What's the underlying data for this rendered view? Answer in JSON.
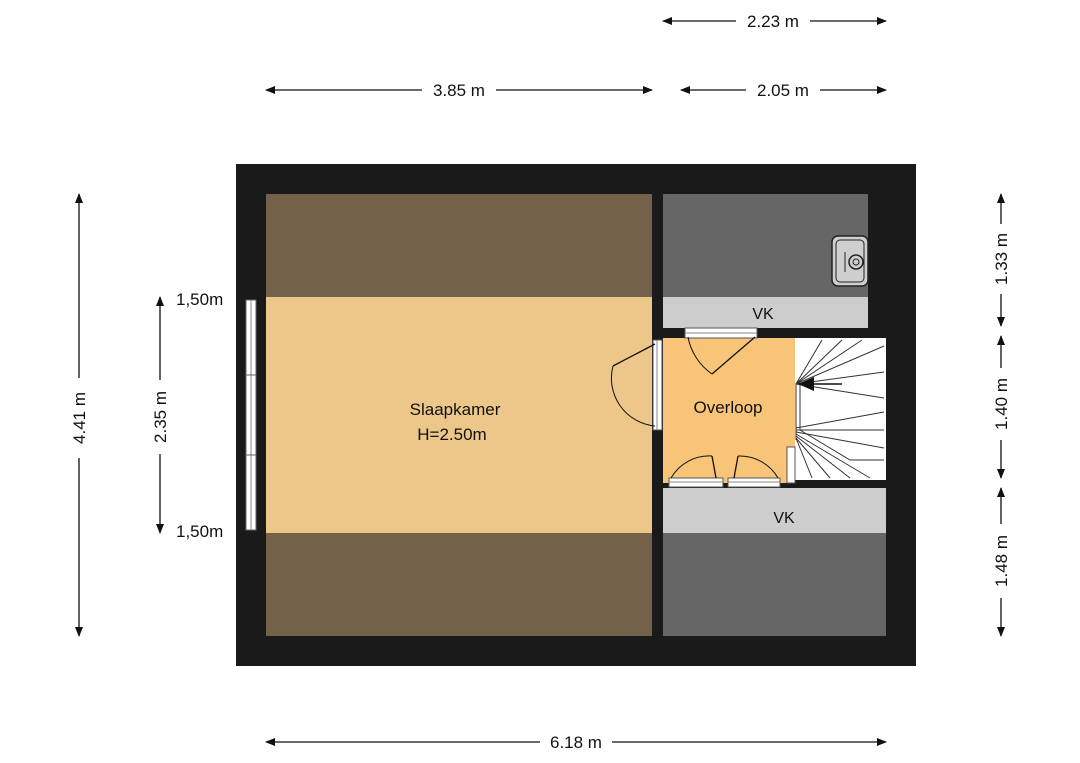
{
  "rooms": {
    "slaapkamer": {
      "name": "Slaapkamer",
      "height": "H=2.50m"
    },
    "overloop": {
      "name": "Overloop"
    },
    "vk_top": {
      "name": "VK"
    },
    "vk_bottom": {
      "name": "VK"
    }
  },
  "dimensions": {
    "top_2_23": "2.23 m",
    "top_3_85": "3.85 m",
    "top_2_05": "2.05 m",
    "bottom_6_18": "6.18 m",
    "left_4_41": "4.41 m",
    "left_2_35": "2.35 m",
    "right_1_33": "1.33 m",
    "right_1_40": "1.40 m",
    "right_1_48": "1.48 m"
  },
  "heights": {
    "upper": "1,50m",
    "lower": "1,50m"
  },
  "colors": {
    "wall": "#1a1a1a",
    "sloped_brown": "#73614a",
    "bedroom": "#ecc789",
    "landing": "#f8c477",
    "sloped_grey": "#666666",
    "vk": "#cdcdcd",
    "stairs": "#ffffff"
  }
}
